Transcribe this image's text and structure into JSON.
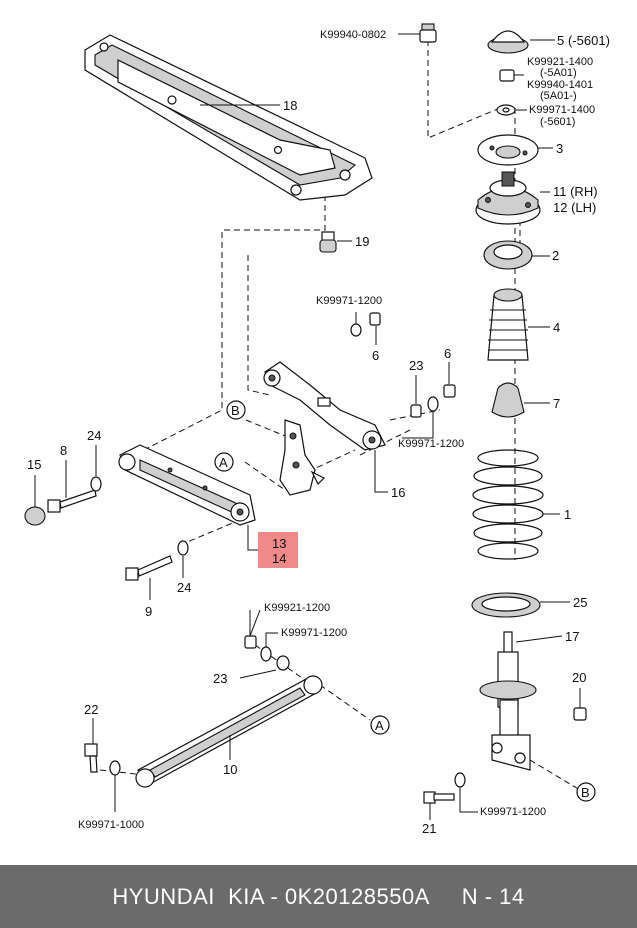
{
  "labels": {
    "l18": "18",
    "l19": "19",
    "l5": "5",
    "l5note": "(-5601)",
    "l3": "3",
    "l11": "11 (RH)",
    "l12": "12 (LH)",
    "l2": "2",
    "l4": "4",
    "l7": "7",
    "l1": "1",
    "l25": "25",
    "l17": "17",
    "l20": "20",
    "l21": "21",
    "l15": "15",
    "l8": "8",
    "l24a": "24",
    "l24b": "24",
    "l9": "9",
    "l13": "13",
    "l14": "14",
    "l6a": "6",
    "l6b": "6",
    "l23a": "23",
    "l23b": "23",
    "l16": "16",
    "l22": "22",
    "l10": "10",
    "cA1": "A",
    "cA2": "A",
    "cB1": "B",
    "cB2": "B"
  },
  "codes": {
    "c1": "K99940-0802",
    "c2": "K99921-1400",
    "c2note": "(-5A01)",
    "c3": "K99940-1401",
    "c3note": "(5A01-)",
    "c4": "K99971-1400",
    "c4note": "(-5601)",
    "c5": "K99971-1200",
    "c6": "K99971-1200",
    "c7": "K99921-1200",
    "c8": "K99971-1200",
    "c9": "K99971-1000",
    "c10": "K99971-1200"
  },
  "highlight_color": "#f08a8a",
  "footer": {
    "text": "HYUNDAI  KIA - 0K20128550A     N - 14"
  }
}
